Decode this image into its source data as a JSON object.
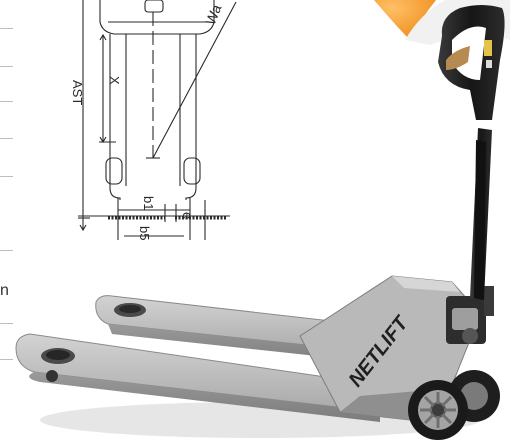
{
  "diagram": {
    "labels": {
      "wa": "Wa",
      "ast": "AST",
      "x": "X",
      "b1": "b1",
      "b5": "b5",
      "e": "e"
    },
    "stray_left_char": "n"
  },
  "product": {
    "brand": "NETLIFT"
  },
  "colors": {
    "fork_gray": "#b5b5b5",
    "handle_black": "#1c1c1c",
    "accent_orange": "#f39a2b",
    "drawing_line": "#2a2a2a"
  }
}
